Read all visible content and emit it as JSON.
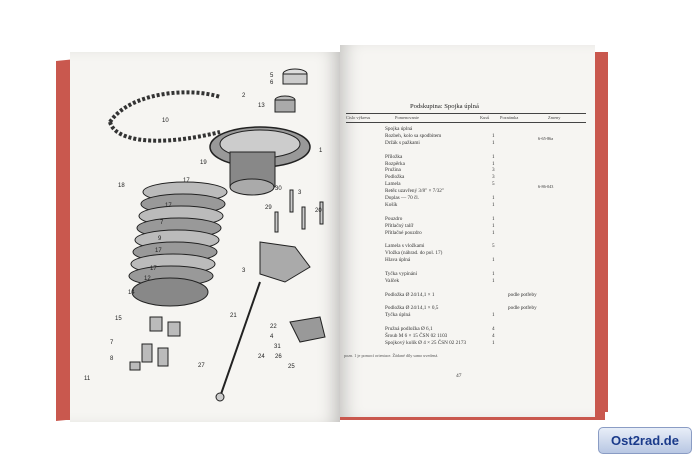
{
  "header": {
    "title": "Podskupina: Spojka úplná"
  },
  "columns": {
    "c1": "Cislo výkresu",
    "c2": "Pomenovanie",
    "c3": "Kusů",
    "c4": "Poznámka",
    "c5": "Zmeny"
  },
  "rows": [
    {
      "num": "",
      "name": "Spojka úplná",
      "qty": "",
      "note": ""
    },
    {
      "num": "",
      "name": "Rozbeh, kolo sa spodbitem",
      "qty": "1",
      "note": ""
    },
    {
      "num": "",
      "name": "Držák s pažkami",
      "qty": "1",
      "note": ""
    },
    {
      "num": "",
      "name": "",
      "qty": "",
      "note": ""
    },
    {
      "num": "",
      "name": "Příložka",
      "qty": "1",
      "note": ""
    },
    {
      "num": "",
      "name": "Rozpěrka",
      "qty": "1",
      "note": ""
    },
    {
      "num": "",
      "name": "Pružina",
      "qty": "3",
      "note": ""
    },
    {
      "num": "",
      "name": "Podložka",
      "qty": "3",
      "note": ""
    },
    {
      "num": "",
      "name": "Lamela",
      "qty": "5",
      "note": ""
    },
    {
      "num": "",
      "name": "Retěz uzavřený 3/8\" × 7/32\"",
      "qty": "",
      "note": ""
    },
    {
      "num": "",
      "name": "Doplas — 70 čl.",
      "qty": "1",
      "note": ""
    },
    {
      "num": "",
      "name": "Košík",
      "qty": "1",
      "note": ""
    },
    {
      "num": "",
      "name": "",
      "qty": "",
      "note": ""
    },
    {
      "num": "",
      "name": "Pouzdro",
      "qty": "1",
      "note": ""
    },
    {
      "num": "",
      "name": "Přítlačný talíř",
      "qty": "1",
      "note": ""
    },
    {
      "num": "",
      "name": "Přítlačné pouzdro",
      "qty": "1",
      "note": ""
    },
    {
      "num": "",
      "name": "",
      "qty": "",
      "note": ""
    },
    {
      "num": "",
      "name": "Lamela s vložkami",
      "qty": "5",
      "note": ""
    },
    {
      "num": "",
      "name": "Vložka (náhrad. do pol. 17)",
      "qty": "",
      "note": ""
    },
    {
      "num": "",
      "name": "Hlava úplná",
      "qty": "1",
      "note": ""
    },
    {
      "num": "",
      "name": "",
      "qty": "",
      "note": ""
    },
    {
      "num": "",
      "name": "Tyčka vypínání",
      "qty": "1",
      "note": ""
    },
    {
      "num": "",
      "name": "Valček",
      "qty": "1",
      "note": ""
    },
    {
      "num": "",
      "name": "",
      "qty": "",
      "note": ""
    },
    {
      "num": "",
      "name": "Podložka Ø 24/14,1 × 1",
      "qty": "",
      "note": "podle potřeby"
    },
    {
      "num": "",
      "name": "",
      "qty": "",
      "note": ""
    },
    {
      "num": "",
      "name": "Podložka Ø 24/14,1 × 0,5",
      "qty": "",
      "note": "podle potřeby"
    },
    {
      "num": "",
      "name": "Tyčka úplná",
      "qty": "1",
      "note": ""
    },
    {
      "num": "",
      "name": "",
      "qty": "",
      "note": ""
    },
    {
      "num": "",
      "name": "Pružná podložka Ø 6,1",
      "qty": "4",
      "note": ""
    },
    {
      "num": "",
      "name": "Šroub M 6 × 15 ČSN 02 1103",
      "qty": "4",
      "note": ""
    },
    {
      "num": "",
      "name": "Spojkový kolík Ø 4 × 25 ČSN 02 2173",
      "qty": "1",
      "note": ""
    }
  ],
  "side_notes": [
    "6-65-86a",
    "6-86-043"
  ],
  "diagram_labels": [
    "5",
    "6",
    "2",
    "13",
    "10",
    "19",
    "1",
    "18",
    "17",
    "30",
    "3",
    "29",
    "20",
    "17",
    "7",
    "9",
    "17",
    "17",
    "14",
    "12",
    "3",
    "15",
    "8",
    "11",
    "7",
    "21",
    "22",
    "4",
    "31",
    "24",
    "26",
    "27",
    "25"
  ],
  "footnote": "pozn. 1 je pomocí orientace. Žádané díly samo uvedená.",
  "page_number": "47",
  "logo": {
    "text": "Ost2rad.de"
  },
  "colors": {
    "cover": "#c9584e",
    "paper": "#f6f5f2",
    "logo_text": "#1a3a8a"
  }
}
